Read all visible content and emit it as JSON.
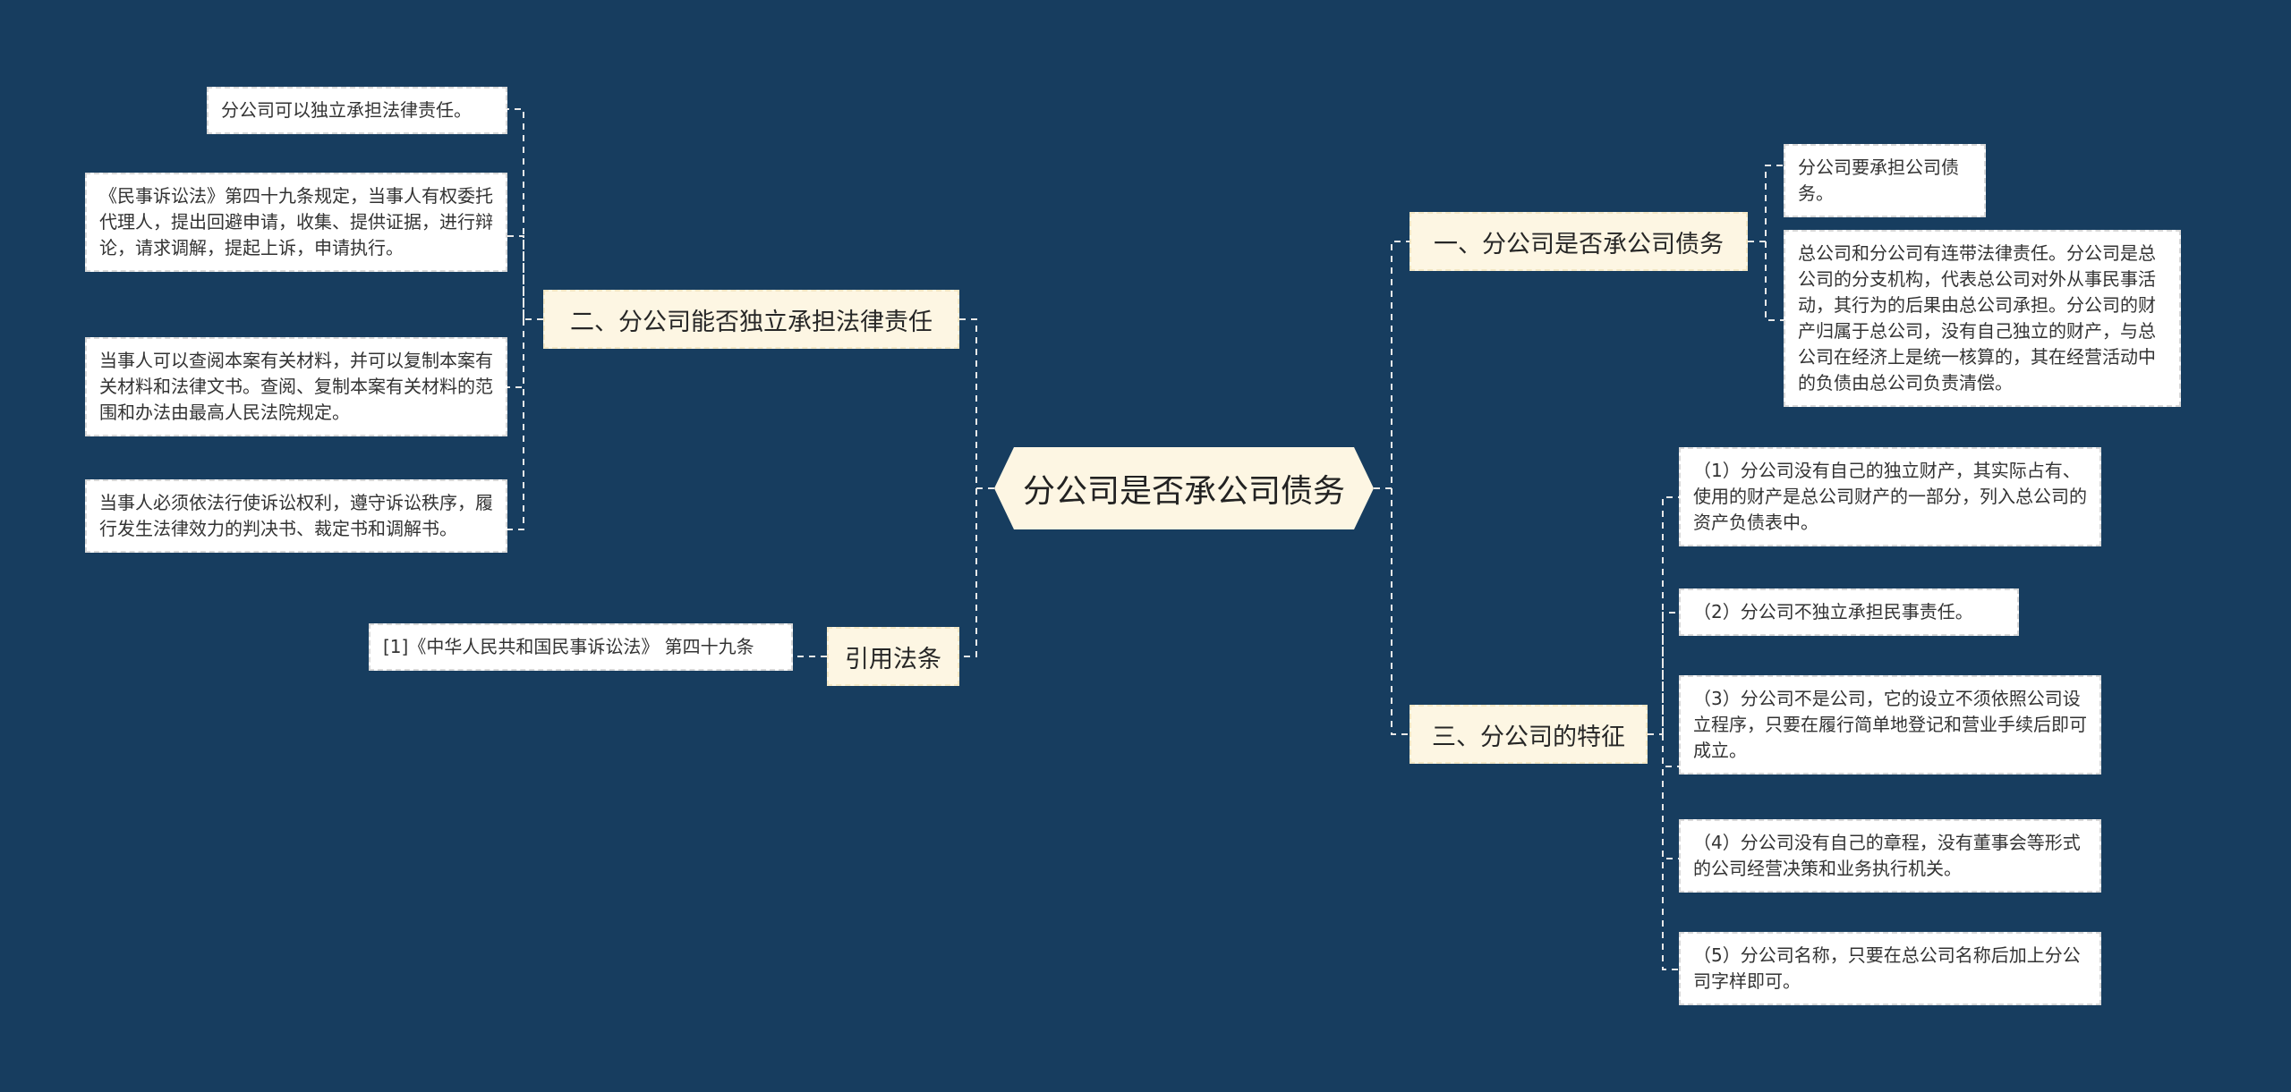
{
  "root": {
    "label": "分公司是否承公司债务"
  },
  "branches": {
    "b1": {
      "label": "一、分公司是否承公司债务"
    },
    "b2": {
      "label": "二、分公司能否独立承担法律责任"
    },
    "b3": {
      "label": "三、分公司的特征"
    },
    "b4": {
      "label": "引用法条"
    }
  },
  "leaves": {
    "b1_1": "分公司要承担公司债务。",
    "b1_2": "总公司和分公司有连带法律责任。分公司是总公司的分支机构，代表总公司对外从事民事活动，其行为的后果由总公司承担。分公司的财产归属于总公司，没有自己独立的财产，与总公司在经济上是统一核算的，其在经营活动中的负债由总公司负责清偿。",
    "b2_1": "分公司可以独立承担法律责任。",
    "b2_2": "《民事诉讼法》第四十九条规定，当事人有权委托代理人，提出回避申请，收集、提供证据，进行辩论，请求调解，提起上诉，申请执行。",
    "b2_3": "当事人可以查阅本案有关材料，并可以复制本案有关材料和法律文书。查阅、复制本案有关材料的范围和办法由最高人民法院规定。",
    "b2_4": "当事人必须依法行使诉讼权利，遵守诉讼秩序，履行发生法律效力的判决书、裁定书和调解书。",
    "b3_1": "（1）分公司没有自己的独立财产，其实际占有、使用的财产是总公司财产的一部分，列入总公司的资产负债表中。",
    "b3_2": "（2）分公司不独立承担民事责任。",
    "b3_3": "（3）分公司不是公司，它的设立不须依照公司设立程序，只要在履行简单地登记和营业手续后即可成立。",
    "b3_4": "（4）分公司没有自己的章程，没有董事会等形式的公司经营决策和业务执行机关。",
    "b3_5": "（5）分公司名称，只要在总公司名称后加上分公司字样即可。",
    "b4_1": "[1]《中华人民共和国民事诉讼法》 第四十九条"
  },
  "colors": {
    "background": "#173d5f",
    "node_fill": "#fdf6e3",
    "leaf_fill": "#ffffff",
    "connector": "#e8e8e8"
  }
}
